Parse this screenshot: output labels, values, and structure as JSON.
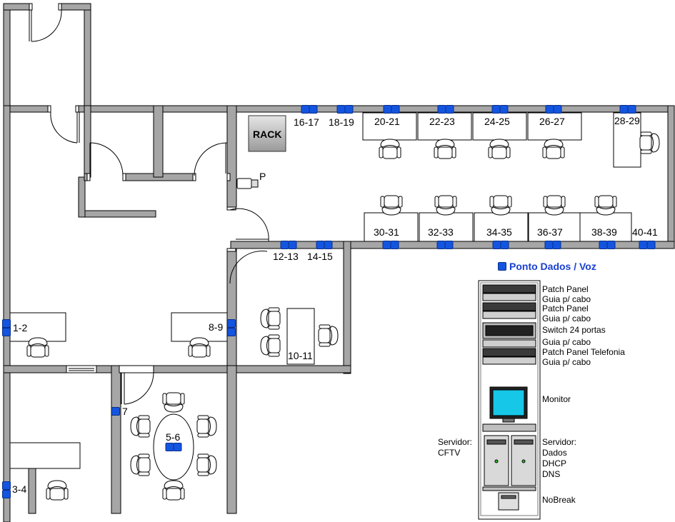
{
  "points": {
    "p1_2": "1-2",
    "p3_4": "3-4",
    "p5_6": "5-6",
    "p7": "7",
    "p8_9": "8-9",
    "p10_11": "10-11",
    "p12_13": "12-13",
    "p14_15": "14-15",
    "p16_17": "16-17",
    "p18_19": "18-19",
    "p20_21": "20-21",
    "p22_23": "22-23",
    "p24_25": "24-25",
    "p26_27": "26-27",
    "p28_29": "28-29",
    "p30_31": "30-31",
    "p32_33": "32-33",
    "p34_35": "34-35",
    "p36_37": "36-37",
    "p38_39": "38-39",
    "p40_41": "40-41"
  },
  "rack_label": "RACK",
  "phone_label": "P",
  "legend": "Ponto Dados / Voz",
  "colors": {
    "wall": "#a6a6a6",
    "jack": "#1455e0",
    "monitor": "#17c7e8",
    "legend": "#1a3fd1"
  },
  "rack_items": {
    "patch1": "Patch Panel",
    "guia1": "Guia p/ cabo",
    "patch2": "Patch Panel",
    "guia2": "Guia p/ cabo",
    "switch": "Switch 24 portas",
    "guia3": "Guia p/ cabo",
    "patch_tel": "Patch Panel Telefonia",
    "guia4": "Guia p/ cabo",
    "monitor": "Monitor",
    "srv_right": [
      "Servidor:",
      "Dados",
      "DHCP",
      "DNS"
    ],
    "srv_left": [
      "Servidor:",
      "CFTV"
    ],
    "nobreak": "NoBreak"
  }
}
